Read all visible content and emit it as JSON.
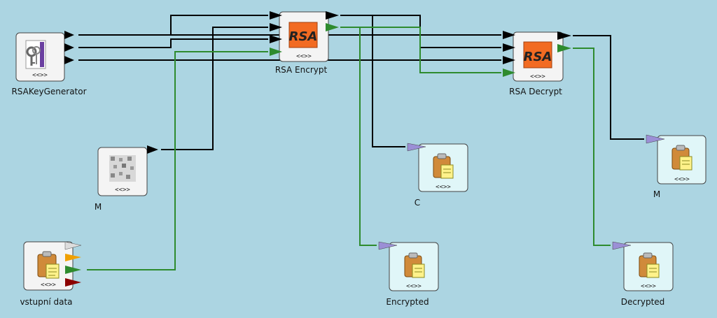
{
  "nodes": {
    "keygen": {
      "label": "RSAKeyGenerator",
      "dots": "<<>>"
    },
    "m_in": {
      "label": "M",
      "dots": "<<>>"
    },
    "input_data": {
      "label": "vstupní data",
      "dots": "<<>>"
    },
    "encrypt": {
      "label": "RSA Encrypt",
      "dots": "<<>>",
      "logo": "RSA"
    },
    "decrypt": {
      "label": "RSA Decrypt",
      "dots": "<<>>",
      "logo": "RSA"
    },
    "c_out": {
      "label": "C",
      "dots": "<<>>"
    },
    "m_out": {
      "label": "M",
      "dots": "<<>>"
    },
    "encrypted_out": {
      "label": "Encrypted",
      "dots": "<<>>"
    },
    "decrypted_out": {
      "label": "Decrypted",
      "dots": "<<>>"
    }
  },
  "colors": {
    "background": "#acd5e2",
    "connection_data": "#000000",
    "connection_text": "#2e8b2e",
    "port_black": "#000000",
    "port_green": "#2e8b2e",
    "port_purple": "#9b8fd6",
    "port_white": "#dddddd",
    "port_orange": "#f0a000",
    "port_red": "#8b0000",
    "rsa_logo": "#f26b22",
    "viewer_box": "#e0f6f8",
    "source_box": "#f4f4f4"
  }
}
